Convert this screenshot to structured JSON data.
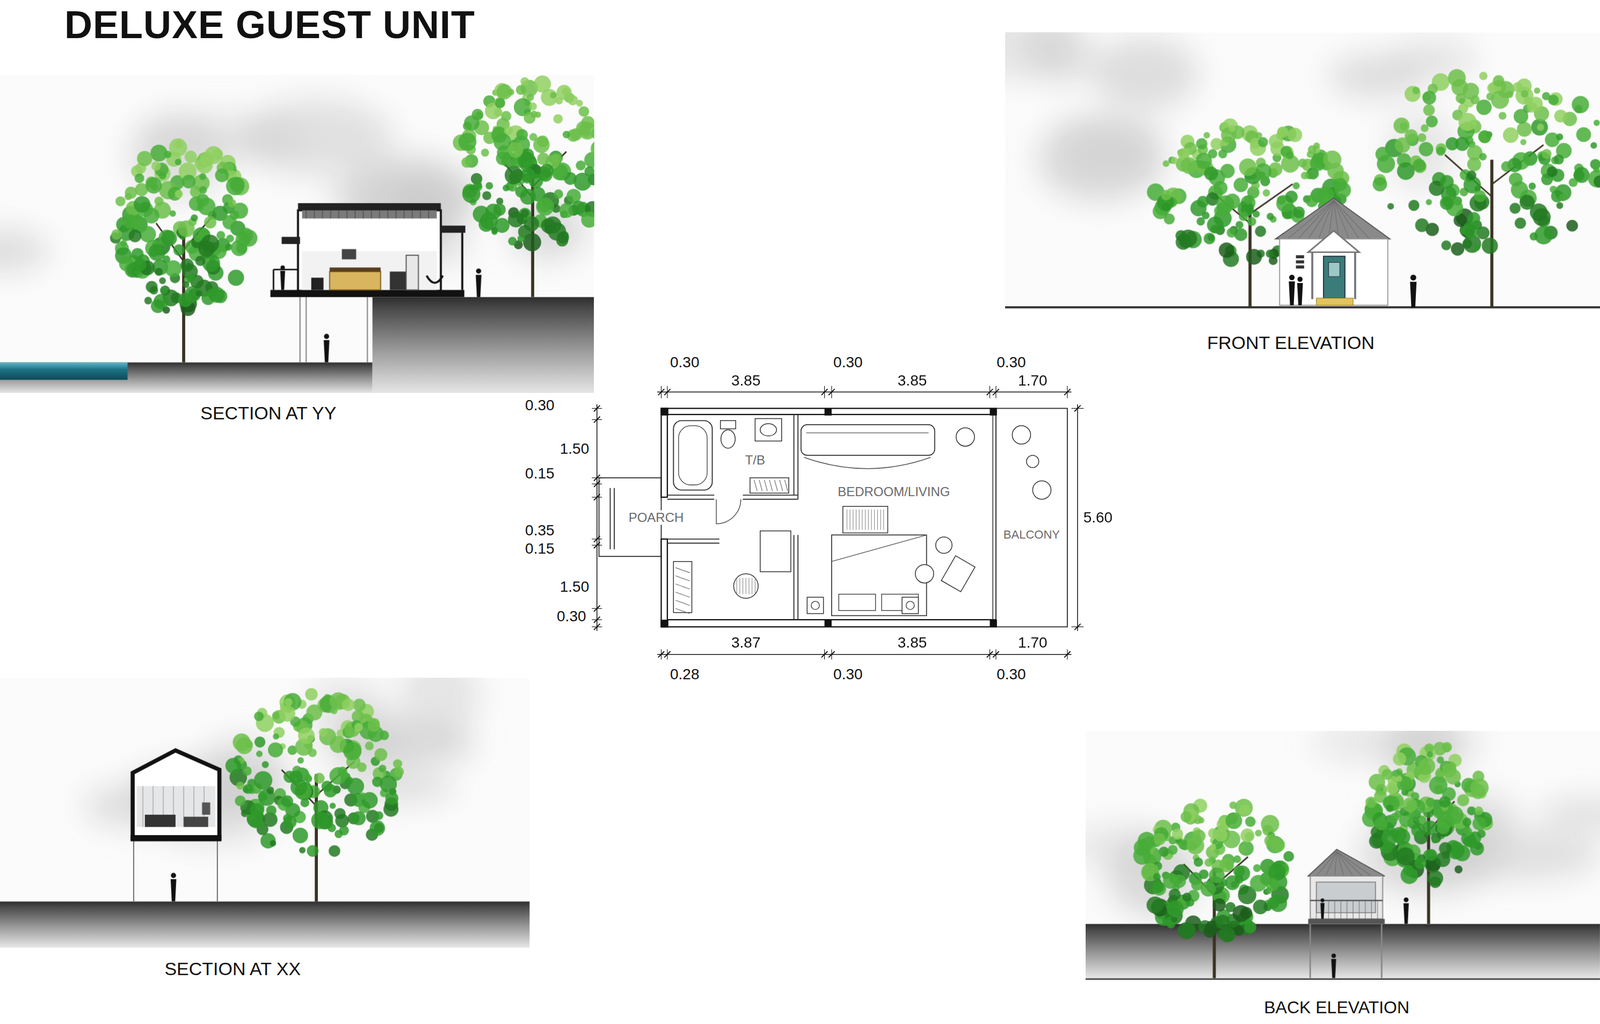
{
  "diagram": {
    "title": "DELUXE GUEST UNIT",
    "labels": [
      "0.30",
      "3.85",
      "0.30",
      "3.85",
      "0.30",
      "1.70",
      "0.30",
      "1.50",
      "0.15",
      "0.35",
      "0.15",
      "1.50",
      "0.30",
      "5.60",
      "3.87",
      "3.85",
      "1.70",
      "0.28",
      "0.30",
      "0.30",
      "T/B",
      "BEDROOM/LIVING",
      "POARCH",
      "BALCONY",
      "SECTION AT YY",
      "FRONT ELEVATION",
      "SECTION AT XX",
      "BACK ELEVATION"
    ]
  }
}
